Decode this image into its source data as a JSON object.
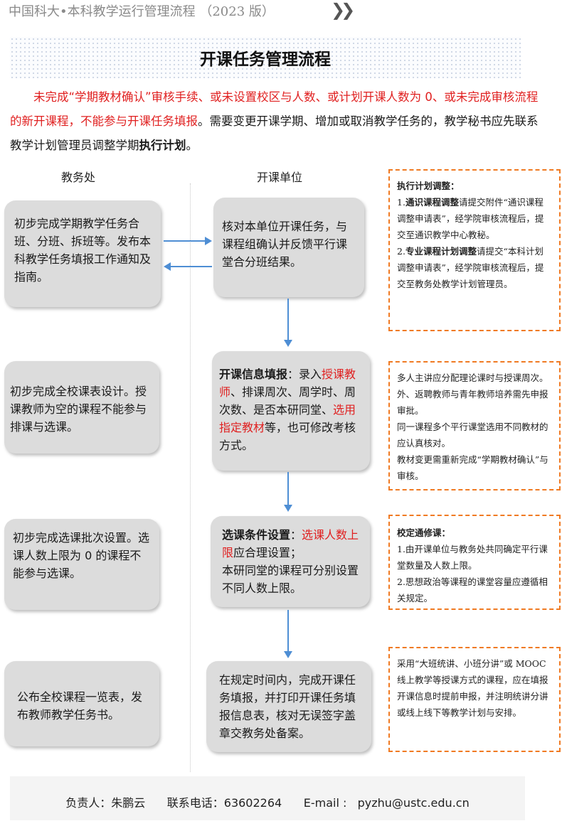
{
  "header": {
    "doc_title": "中国科大•本科教学运行管理流程 （2023 版）",
    "chevron_icon": "double-chevron-right-icon"
  },
  "page_title": "开课任务管理流程",
  "intro": {
    "p1_red": "未完成“学期教材确认”审核手续、或未设置校区与人数、或计划开课人数为 0、或未完成审核流程的新开课程，不能参与开课任务填报",
    "p1_rest": "。需要变更开课学期、增加或取消教学任务的，教学秘书应先联系教学计划管理员调整学期",
    "p1_bold": "执行计划",
    "p1_end": "。"
  },
  "columns": {
    "left": "教务处",
    "middle": "开课单位"
  },
  "left_boxes": [
    "初步完成学期教学任务合班、分班、拆班等。发布本科教学任务填报工作通知及指南。",
    "初步完成全校课表设计。授课教师为空的课程不能参与排课与选课。",
    "初步完成选课批次设置。选课人数上限为 0 的课程不能参与选课。",
    "公布全校课程一览表，发布教师教学任务书。"
  ],
  "middle_boxes": {
    "b1": "核对本单位开课任务，与课程组确认并反馈平行课堂合分班结果。",
    "b2": {
      "bold": "开课信息填报",
      "t1": "：录入",
      "red1": "授课教师",
      "t2": "、排课周次、周学时、周次数、是否本研同堂、",
      "red2": "选用指定教材",
      "t3": "等，也可修改考核方式。"
    },
    "b3": {
      "bold": "选课条件设置",
      "t1": "：",
      "red1": "选课人数上限",
      "t2": "应合理设置；",
      "t3": "本研同堂的课程可分别设置不同人数上限。"
    },
    "b4": "在规定时间内，完成开课任务填报，并打印开课任务填报信息表，核对无误签字盖章交教务处备案。"
  },
  "notes": {
    "n1": {
      "title": "执行计划调整：",
      "i1_num": "1.",
      "i1_bold": "通识课程调整",
      "i1_text": "请提交附件“通识课程调整申请表”，经学院审核流程后，提交至通识教学中心教秘。",
      "i2_num": "2.",
      "i2_bold": "专业课程计划调整",
      "i2_text": "请提交“本科计划调整申请表”，经学院审核流程后，提交至教务处教学计划管理员。"
    },
    "n2": {
      "l1": "多人主讲应分配理论课时与授课周次。外、返聘教师与青年教师培养需先申报审批。",
      "l2": "同一课程多个平行课堂选用不同教材的应认真核对。",
      "l3": "教材变更需重新完成“学期教材确认”与审核。"
    },
    "n3": {
      "title": "校定通修课：",
      "l1": "1.由开课单位与教务处共同确定平行课堂数量及人数上限。",
      "l2": "2.思想政治等课程的课堂容量应遵循相关规定。"
    },
    "n4": "采用“大班统讲、小班分讲”或 MOOC 线上教学等授课方式的课程，应在填报开课信息时提前申报，并注明统讲分讲或线上线下等教学计划与安排。"
  },
  "footer": {
    "text": "负责人：朱鹏云      联系电话：63602264      E-mail :   pyzhu@ustc.edu.cn"
  },
  "colors": {
    "accent_red": "#e02020",
    "arrow_blue": "#4e8ed4",
    "note_border": "#f07a22",
    "box_gray": "#dcdcdc"
  }
}
